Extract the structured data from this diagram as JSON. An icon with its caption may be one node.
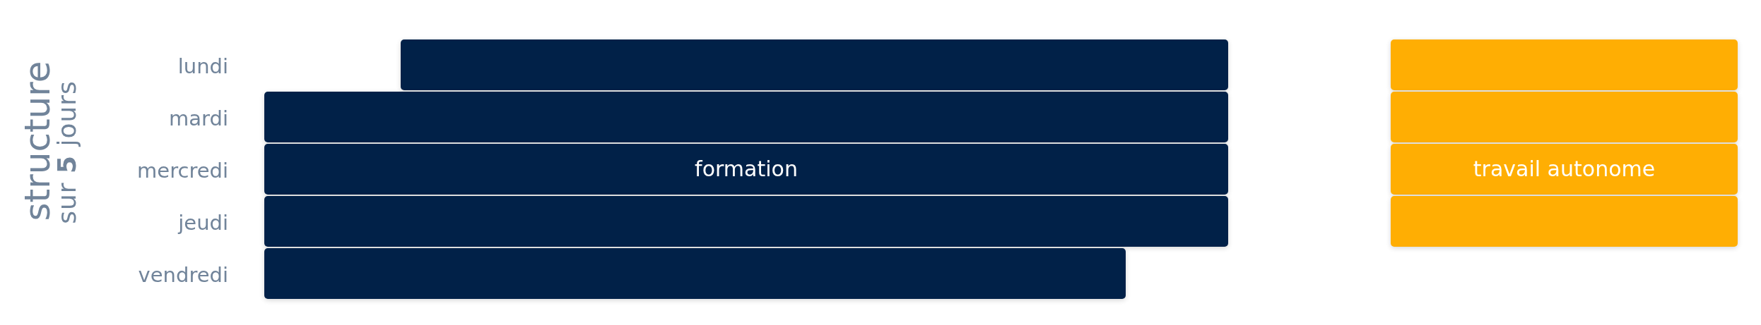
{
  "diagram": {
    "title": "structure",
    "nodes": [
      {
        "text": [],
        "shape": "bar"
      },
      {
        "text": [],
        "shape": "bar"
      },
      {
        "text": [],
        "shape": "bar"
      },
      {
        "text": [],
        "shape": "bar"
      },
      {
        "text": [
          "formation"
        ]
      },
      {
        "text": [
          "travail autonome"
        ]
      },
      {
        "text": [],
        "shape": "bar"
      },
      {
        "text": [],
        "shape": "bar"
      },
      {
        "text": [],
        "shape": "bar"
      }
    ],
    "labels": [
      "sur **5** jours",
      "lundi",
      "mardi",
      "mercredi",
      "jeudi",
      "vendredi"
    ]
  }
}
